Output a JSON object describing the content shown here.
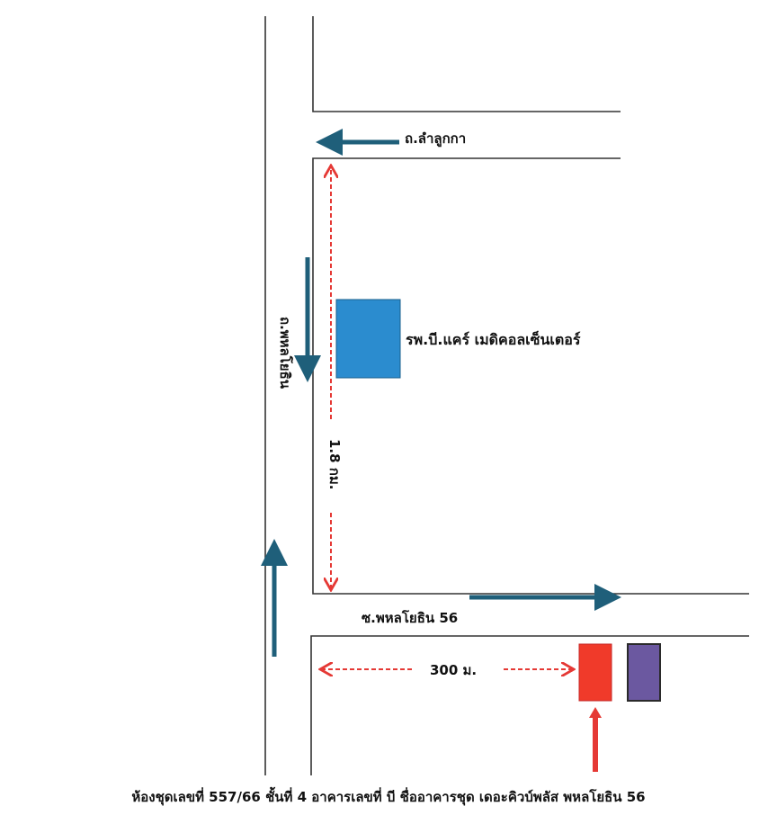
{
  "labels": {
    "road_top": "ถ.ลำลูกกา",
    "road_main": "ถ.พหลโยธิน",
    "hospital": "รพ.บี.แคร์ เมดิคอลเซ็นเตอร์",
    "distance_long": "1.8 กม.",
    "soi": "ซ.พหลโยธิน 56",
    "distance_short": "300 ม."
  },
  "caption": "ห้องชุดเลขที่ 557/66  ชั้นที่ 4  อาคารเลขที่ บี ชื่ออาคารชุด เดอะคิวบ์พลัส พหลโยธิน 56",
  "colors": {
    "road_line": "#333333",
    "direction_arrow": "#1f5f7a",
    "distance_line": "#e53935",
    "hospital": "#2b8ccf",
    "target_building": "#f03a2a",
    "neighbor_building": "#6b58a0",
    "location_arrow": "#e53935"
  }
}
